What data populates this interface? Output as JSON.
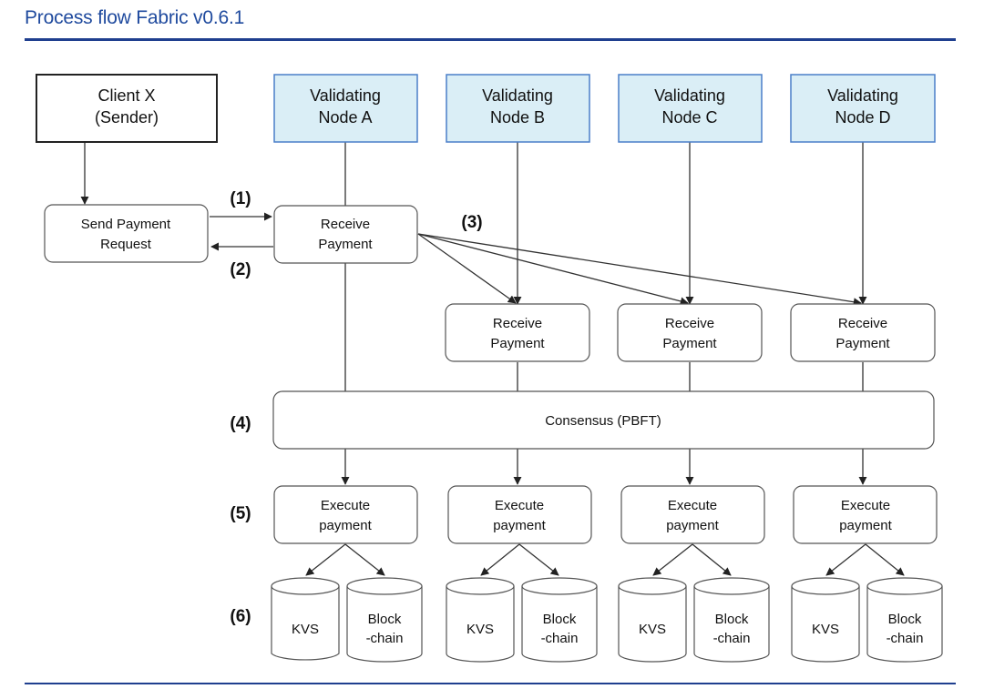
{
  "title": "Process flow Fabric v0.6.1",
  "client": {
    "line1": "Client X",
    "line2": "(Sender)"
  },
  "nodes": [
    {
      "line1": "Validating",
      "line2": "Node A"
    },
    {
      "line1": "Validating",
      "line2": "Node B"
    },
    {
      "line1": "Validating",
      "line2": "Node C"
    },
    {
      "line1": "Validating",
      "line2": "Node D"
    }
  ],
  "send_payment": {
    "line1": "Send Payment",
    "line2": "Request"
  },
  "receive": {
    "line1": "Receive",
    "line2": "Payment"
  },
  "consensus": "Consensus (PBFT)",
  "execute": {
    "line1": "Execute",
    "line2": "payment"
  },
  "storage": {
    "kvs": "KVS",
    "block_line1": "Block",
    "block_line2": "-chain"
  },
  "steps": {
    "s1": "(1)",
    "s2": "(2)",
    "s3": "(3)",
    "s4": "(4)",
    "s5": "(5)",
    "s6": "(6)"
  },
  "colors": {
    "title": "#1f4a9e",
    "rule": "#1f3f8f",
    "node_fill": "#daeef6",
    "node_stroke": "#4a7fc9"
  }
}
